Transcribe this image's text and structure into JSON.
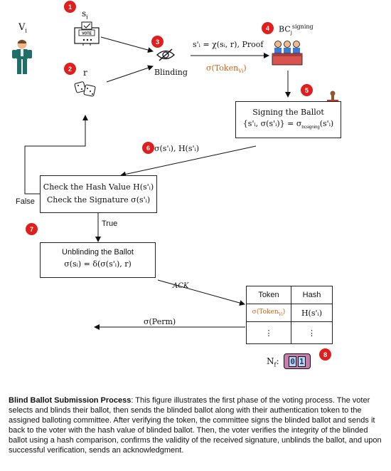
{
  "badges": [
    "1",
    "2",
    "3",
    "4",
    "5",
    "6",
    "7",
    "8"
  ],
  "voter": {
    "label": "V",
    "sub": "i"
  },
  "ballot": {
    "label": "s",
    "sub": "i",
    "box_text": "VOTE"
  },
  "random": {
    "label": "r"
  },
  "blinding": {
    "label": "Blinding"
  },
  "blind_formula": "s'ᵢ = χ(sᵢ, r), Proof",
  "token_label": "σ(Token",
  "token_sub": "Vi",
  "committee": {
    "label": "BC",
    "sub": "j",
    "sup": "signing"
  },
  "signing_box": {
    "title": "Signing the Ballot",
    "formula": "{s'ᵢ, σ(s'ᵢ)} = σ",
    "formula_sub": "bcsigning",
    "formula_end": "(s'ᵢ)"
  },
  "return_label": "σ(s'ᵢ), H(s'ᵢ)",
  "check_box": {
    "line1": "Check the Hash Value H(s'ᵢ)",
    "line2": "Check the Signature σ(s'ᵢ)"
  },
  "false_label": "False",
  "true_label": "True",
  "unblind_box": {
    "title": "Unblinding the Ballot",
    "formula": "σ(sᵢ) = δ(σ(s'ᵢ), r)"
  },
  "ack_label": "ACK",
  "perm_label": "σ(Perm)",
  "table": {
    "headers": [
      "Token",
      "Hash"
    ],
    "row1": {
      "token": "σ(Token",
      "token_sub": "Vi",
      "token_end": ")",
      "hash": "H(s'ᵢ)"
    },
    "row2": {
      "token": "⋮",
      "hash": "⋮"
    }
  },
  "counter": {
    "label": "N",
    "sub": "f",
    "colon": ":",
    "digits": [
      "0",
      "1"
    ]
  },
  "caption": {
    "title": "Blind Ballot Submission Process",
    "text": ": This figure illustrates the first phase of the voting process. The voter selects and blinds their ballot, then sends the blinded ballot along with their authentication token to the assigned balloting committee. After verifying the token, the committee signs the blinded ballot and sends it back to the voter with the hash value of blinded ballot. Then, the voter verifies the integrity of the blinded ballot using a hash comparison, confirms the validity of the received signature, unblinds the ballot, and upon successful verification, sends an acknowledgment."
  },
  "colors": {
    "badge": "#e01e1e",
    "token": "#d06010",
    "voter_body": "#1f6f68",
    "voter_skin": "#f1b88a"
  }
}
